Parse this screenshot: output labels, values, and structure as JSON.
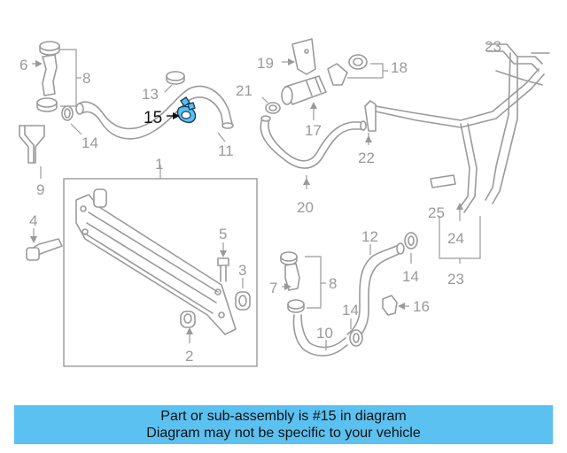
{
  "diagram": {
    "highlight_color": "#5bc1f0",
    "callouts": [
      {
        "id": "c6",
        "text": "6"
      },
      {
        "id": "c8a",
        "text": "8"
      },
      {
        "id": "c13",
        "text": "13"
      },
      {
        "id": "c15",
        "text": "15"
      },
      {
        "id": "c14a",
        "text": "14"
      },
      {
        "id": "c11",
        "text": "11"
      },
      {
        "id": "c9",
        "text": "9"
      },
      {
        "id": "c1",
        "text": "1"
      },
      {
        "id": "c4",
        "text": "4"
      },
      {
        "id": "c5",
        "text": "5"
      },
      {
        "id": "c3",
        "text": "3"
      },
      {
        "id": "c2",
        "text": "2"
      },
      {
        "id": "c19",
        "text": "19"
      },
      {
        "id": "c18",
        "text": "18"
      },
      {
        "id": "c21",
        "text": "21"
      },
      {
        "id": "c17",
        "text": "17"
      },
      {
        "id": "c22",
        "text": "22"
      },
      {
        "id": "c20",
        "text": "20"
      },
      {
        "id": "c23",
        "text": "23"
      },
      {
        "id": "c25",
        "text": "25"
      },
      {
        "id": "c24",
        "text": "24"
      },
      {
        "id": "c12",
        "text": "12"
      },
      {
        "id": "c14b",
        "text": "14"
      },
      {
        "id": "c8b",
        "text": "8"
      },
      {
        "id": "c7",
        "text": "7"
      },
      {
        "id": "c14c",
        "text": "14"
      },
      {
        "id": "c16",
        "text": "16"
      },
      {
        "id": "c10",
        "text": "10"
      }
    ]
  },
  "banner": {
    "line1": "Part or sub-assembly is #15 in diagram",
    "line2": "Diagram may not be specific to your vehicle",
    "background": "#5bc1f0"
  }
}
